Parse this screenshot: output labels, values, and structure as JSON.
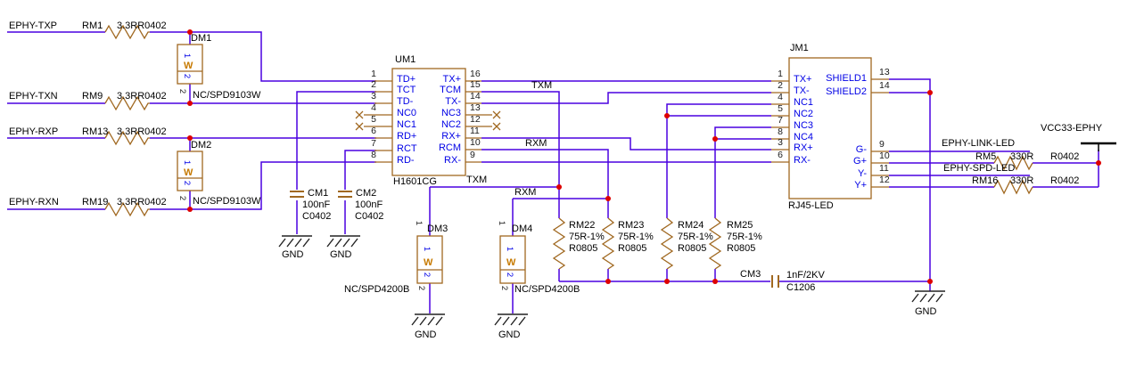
{
  "nets": {
    "txp": "EPHY-TXP",
    "txn": "EPHY-TXN",
    "rxp": "EPHY-RXP",
    "rxn": "EPHY-RXN",
    "txm": "TXM",
    "rxm": "RXM",
    "link_led": "EPHY-LINK-LED",
    "spd_led": "EPHY-SPD-LED",
    "vcc": "VCC33-EPHY",
    "gnd": "GND"
  },
  "dm_pin_labels": {
    "p1": "1",
    "p2": "2",
    "w": "W"
  },
  "components": {
    "rm1": {
      "ref": "RM1",
      "value": "3.3RR0402"
    },
    "rm9": {
      "ref": "RM9",
      "value": "3.3RR0402"
    },
    "rm13": {
      "ref": "RM13",
      "value": "3.3RR0402"
    },
    "rm19": {
      "ref": "RM19",
      "value": "3.3RR0402"
    },
    "dm1": {
      "ref": "DM1",
      "value": "NC/SPD9103W"
    },
    "dm2": {
      "ref": "DM2",
      "value": "NC/SPD9103W"
    },
    "dm3": {
      "ref": "DM3",
      "value": "NC/SPD4200B"
    },
    "dm4": {
      "ref": "DM4",
      "value": "NC/SPD4200B"
    },
    "cm1": {
      "ref": "CM1",
      "value": "100nF",
      "package": "C0402"
    },
    "cm2": {
      "ref": "CM2",
      "value": "100nF",
      "package": "C0402"
    },
    "cm3": {
      "ref": "CM3",
      "value": "1nF/2KV",
      "package": "C1206"
    },
    "rm22": {
      "ref": "RM22",
      "value": "75R-1%",
      "package": "R0805"
    },
    "rm23": {
      "ref": "RM23",
      "value": "75R-1%",
      "package": "R0805"
    },
    "rm24": {
      "ref": "RM24",
      "value": "75R-1%",
      "package": "R0805"
    },
    "rm25": {
      "ref": "RM25",
      "value": "75R-1%",
      "package": "R0805"
    },
    "rm5": {
      "ref": "RM5",
      "value": "330R",
      "package": "R0402"
    },
    "rm16": {
      "ref": "RM16",
      "value": "330R",
      "package": "R0402"
    },
    "um1": {
      "ref": "UM1",
      "part": "H1601CG",
      "pins_left": [
        {
          "num": "1",
          "name": "TD+"
        },
        {
          "num": "2",
          "name": "TCT"
        },
        {
          "num": "3",
          "name": "TD-"
        },
        {
          "num": "4",
          "name": "NC0"
        },
        {
          "num": "5",
          "name": "NC1"
        },
        {
          "num": "6",
          "name": "RD+"
        },
        {
          "num": "7",
          "name": "RCT"
        },
        {
          "num": "8",
          "name": "RD-"
        }
      ],
      "pins_right": [
        {
          "num": "16",
          "name": "TX+"
        },
        {
          "num": "15",
          "name": "TCM"
        },
        {
          "num": "14",
          "name": "TX-"
        },
        {
          "num": "13",
          "name": "NC3"
        },
        {
          "num": "12",
          "name": "NC2"
        },
        {
          "num": "11",
          "name": "RX+"
        },
        {
          "num": "10",
          "name": "RCM"
        },
        {
          "num": "9",
          "name": "RX-"
        }
      ]
    },
    "jm1": {
      "ref": "JM1",
      "part": "RJ45-LED",
      "pins_left": [
        {
          "num": "1",
          "name": "TX+"
        },
        {
          "num": "2",
          "name": "TX-"
        },
        {
          "num": "4",
          "name": "NC1"
        },
        {
          "num": "5",
          "name": "NC2"
        },
        {
          "num": "7",
          "name": "NC3"
        },
        {
          "num": "8",
          "name": "NC4"
        },
        {
          "num": "3",
          "name": "RX+"
        },
        {
          "num": "6",
          "name": "RX-"
        }
      ],
      "pins_right": [
        {
          "num": "13",
          "name": "SHIELD1"
        },
        {
          "num": "14",
          "name": "SHIELD2"
        },
        {
          "num": "9",
          "name": "G-"
        },
        {
          "num": "10",
          "name": "G+"
        },
        {
          "num": "11",
          "name": "Y-"
        },
        {
          "num": "12",
          "name": "Y+"
        }
      ]
    }
  },
  "colors": {
    "wire": "#4a00e0",
    "outline": "#a06820",
    "pin_name": "#0000e6",
    "junction": "#dd0000"
  }
}
